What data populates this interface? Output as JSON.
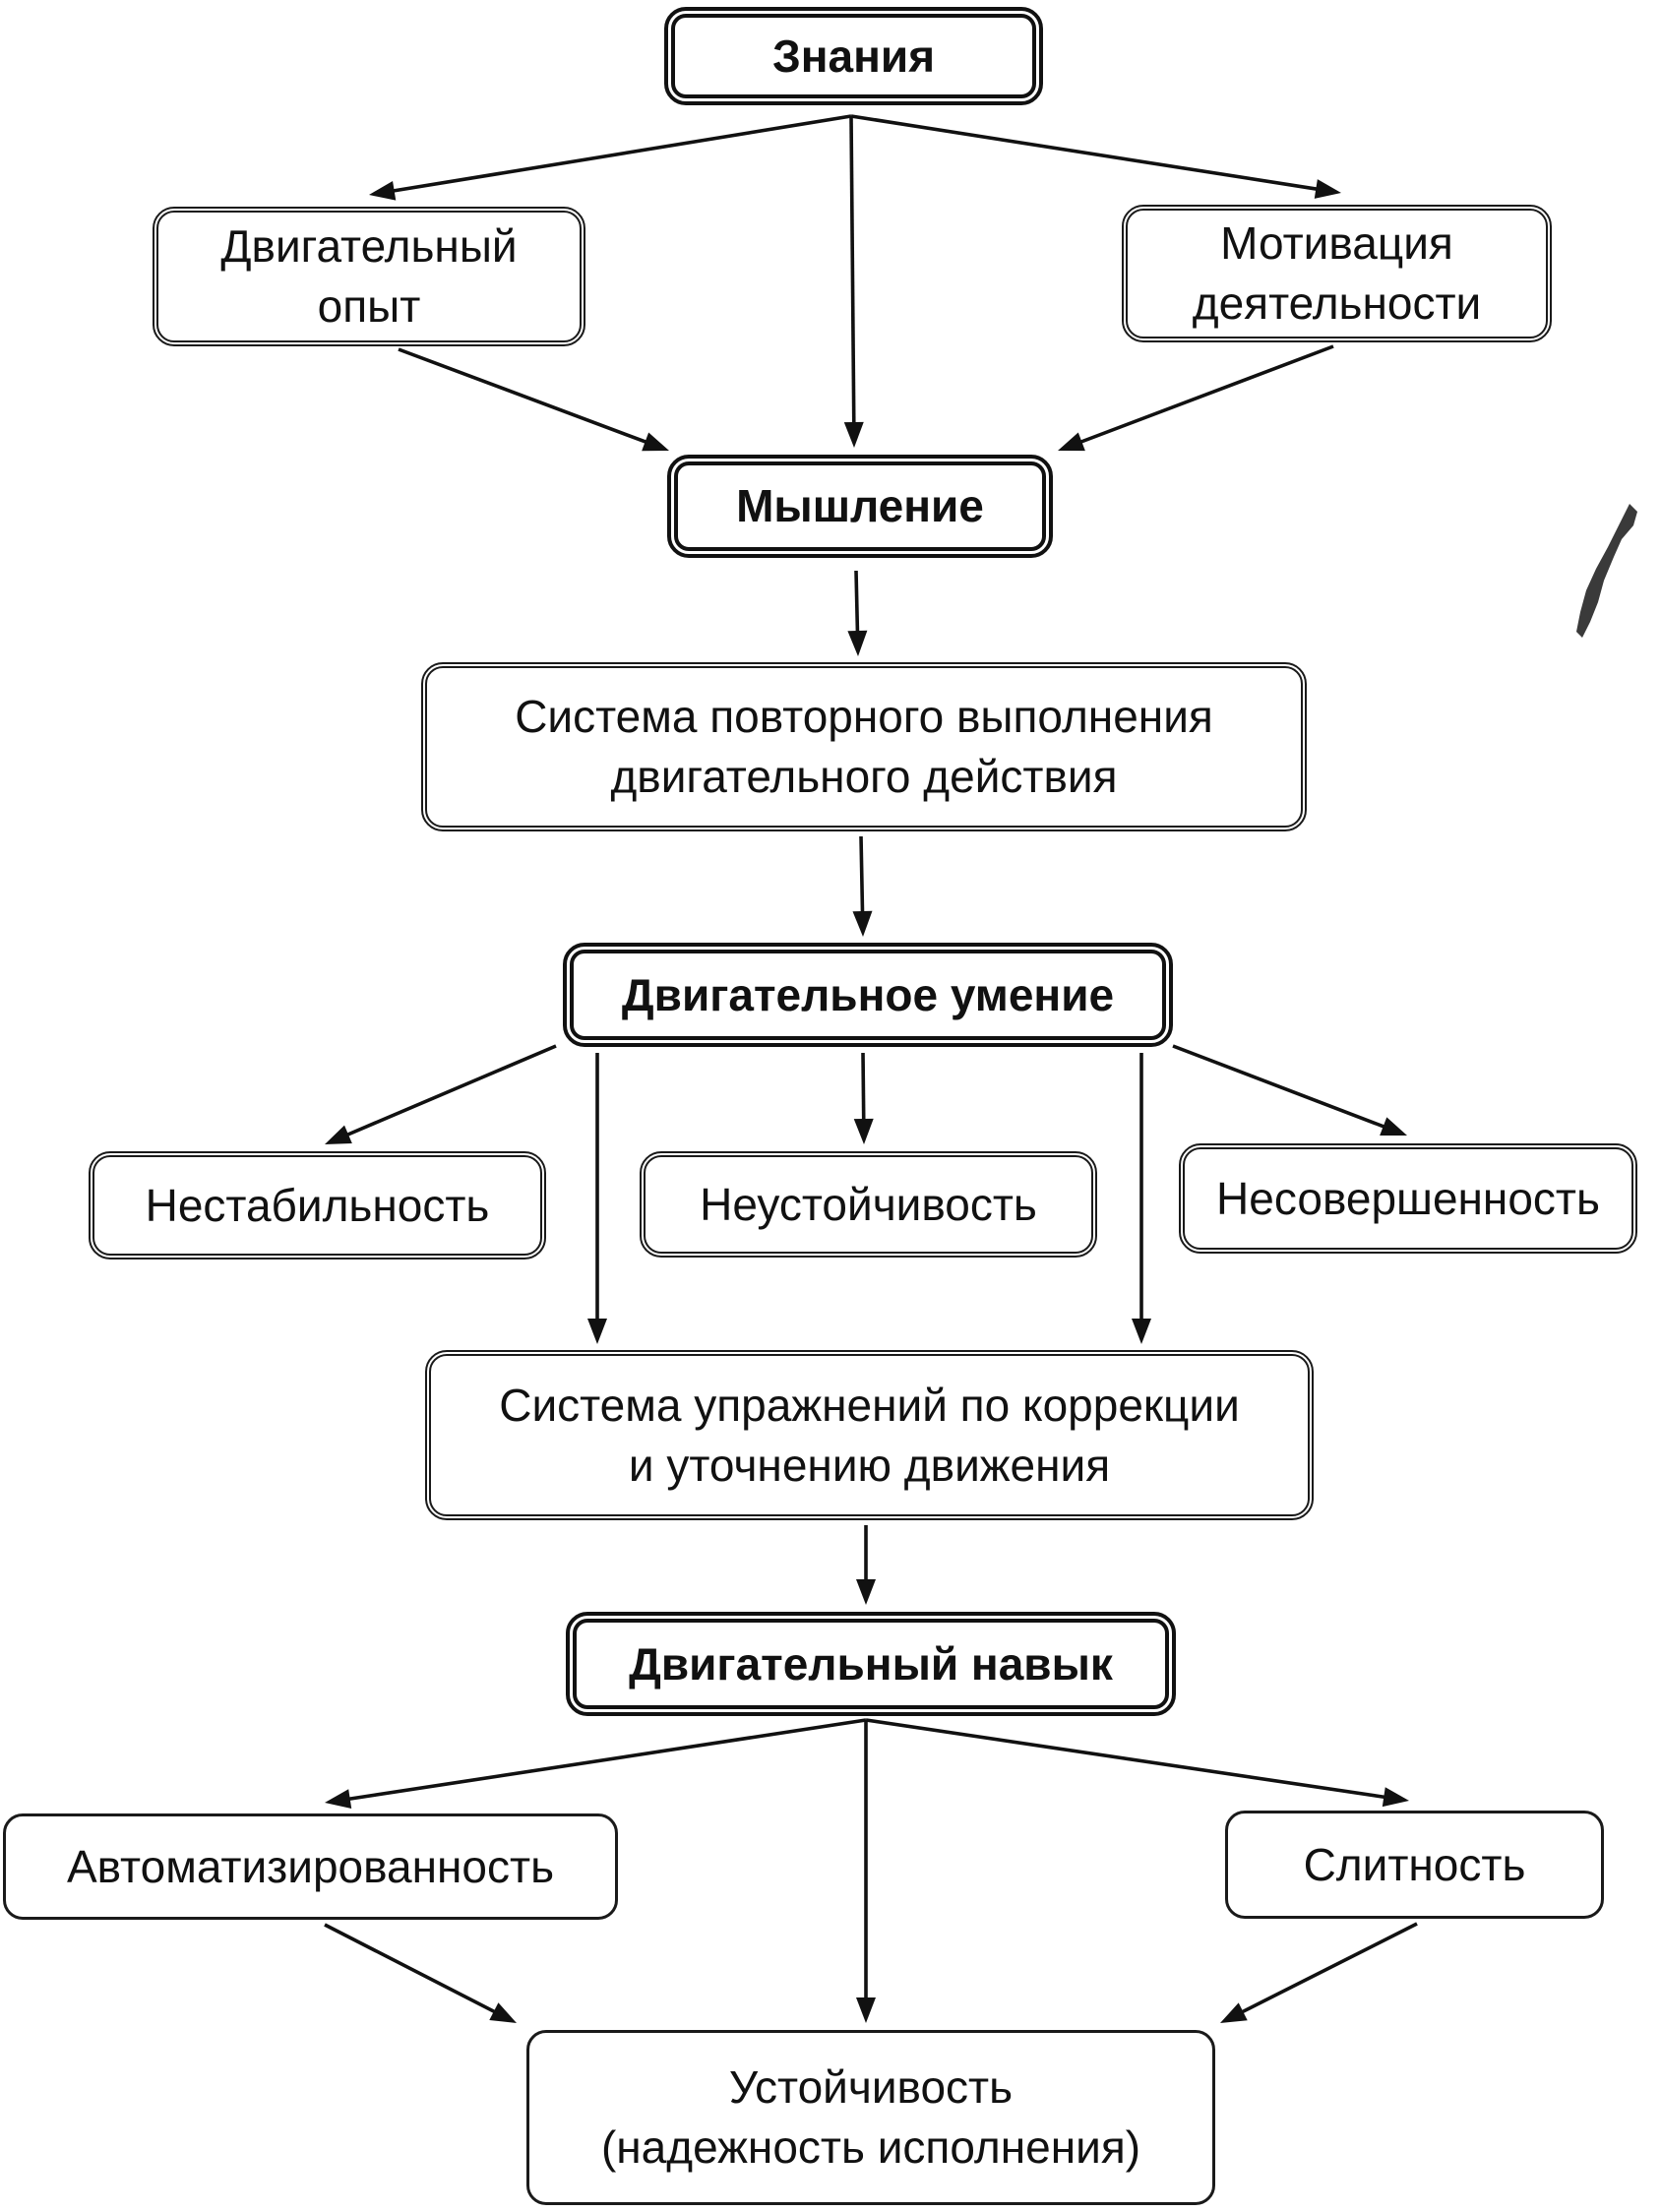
{
  "nodes": {
    "znaniya": "Знания",
    "dvig_opyt": [
      "Двигательный",
      "опыт"
    ],
    "motivatsiya": [
      "Мотивация",
      "деятельности"
    ],
    "myshlenie": "Мышление",
    "sistema_povtor": [
      "Система повторного выполнения",
      "двигательного действия"
    ],
    "dvig_umenie": "Двигательное умение",
    "nestabilnost": "Нестабильность",
    "neustoichivost": "Неустойчивость",
    "nesovershennost": "Несовершенность",
    "sistema_uprazhneniy": [
      "Система упражнений по коррекции",
      "и уточнению движения"
    ],
    "dvig_navyk": "Двигательный навык",
    "avtomatizirovannost": "Автоматизированность",
    "slitnost": "Слитность",
    "ustoichivost": [
      "Устойчивость",
      "(надежность исполнения)"
    ]
  },
  "edges": [
    {
      "from": "znaniya",
      "to": "dvig_opyt"
    },
    {
      "from": "znaniya",
      "to": "myshlenie"
    },
    {
      "from": "znaniya",
      "to": "motivatsiya"
    },
    {
      "from": "dvig_opyt",
      "to": "myshlenie"
    },
    {
      "from": "motivatsiya",
      "to": "myshlenie"
    },
    {
      "from": "myshlenie",
      "to": "sistema_povtor"
    },
    {
      "from": "sistema_povtor",
      "to": "dvig_umenie"
    },
    {
      "from": "dvig_umenie",
      "to": "nestabilnost"
    },
    {
      "from": "dvig_umenie",
      "to": "neustoichivost"
    },
    {
      "from": "dvig_umenie",
      "to": "nesovershennost"
    },
    {
      "from": "dvig_umenie",
      "to": "sistema_uprazhneniy"
    },
    {
      "from": "sistema_uprazhneniy",
      "to": "dvig_navyk"
    },
    {
      "from": "dvig_navyk",
      "to": "avtomatizirovannost"
    },
    {
      "from": "dvig_navyk",
      "to": "ustoichivost"
    },
    {
      "from": "dvig_navyk",
      "to": "slitnost"
    },
    {
      "from": "avtomatizirovannost",
      "to": "ustoichivost"
    },
    {
      "from": "slitnost",
      "to": "ustoichivost"
    }
  ]
}
